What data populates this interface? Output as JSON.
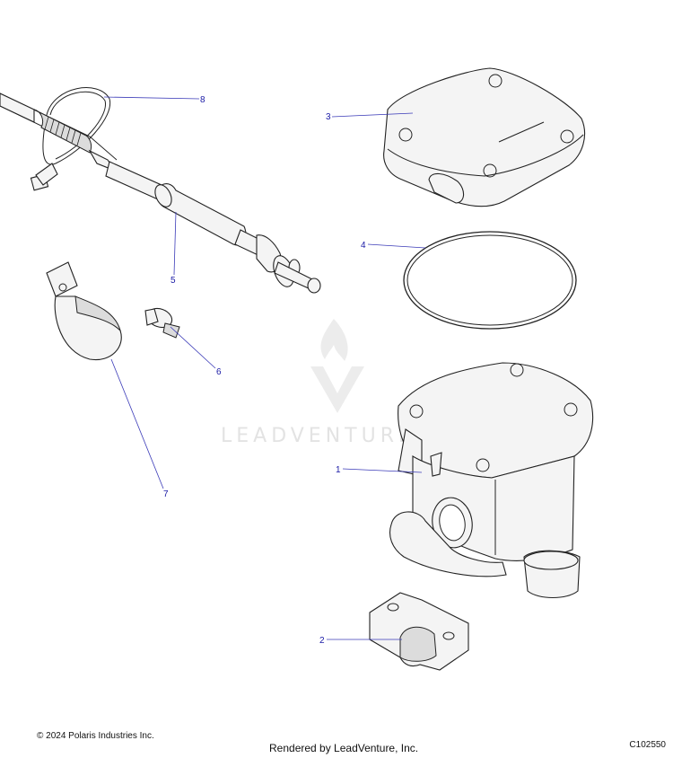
{
  "watermark": {
    "text": "LEADVENTURE"
  },
  "callouts": {
    "c1": "1",
    "c2": "2",
    "c3": "3",
    "c4": "4",
    "c5": "5",
    "c6": "6",
    "c7": "7",
    "c8": "8"
  },
  "footer": {
    "copyright": "© 2024 Polaris Industries Inc.",
    "rendered_by": "Rendered by LeadVenture, Inc.",
    "diagram_code": "C102550"
  },
  "colors": {
    "callout": "#1a1aa6",
    "leader": "#3b3bb8",
    "part_fill": "#f4f4f4",
    "outline": "#222222"
  }
}
